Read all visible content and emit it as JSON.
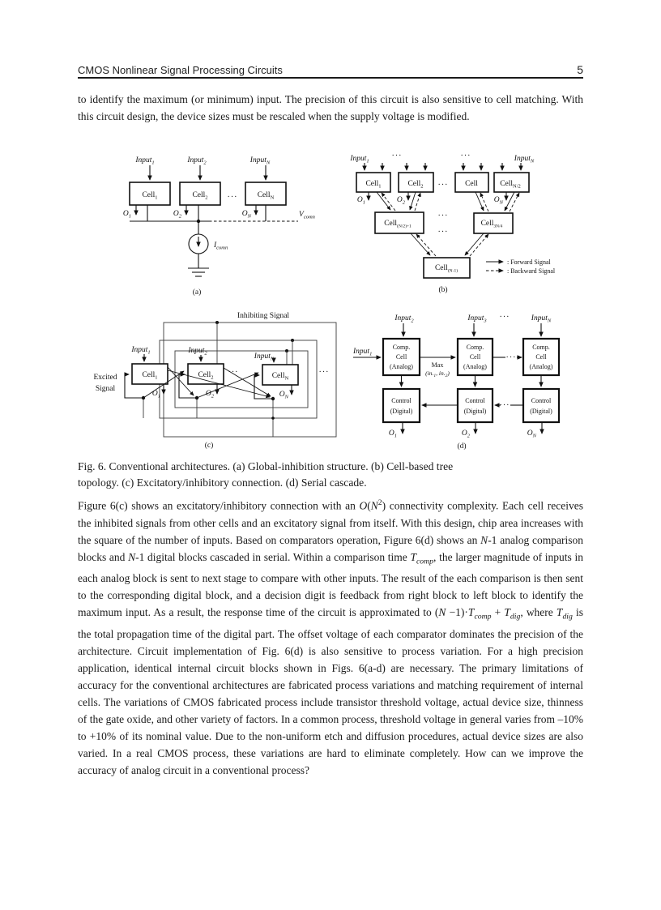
{
  "header": {
    "title": "CMOS Nonlinear Signal Processing Circuits",
    "page_number": "5"
  },
  "para1": "to identify the maximum (or minimum) input. The precision of this circuit is also sensitive to cell matching. With this circuit design, the device sizes must be rescaled when the supply voltage is modified.",
  "figure": {
    "caption_line1": "Fig. 6. Conventional architectures. (a) Global-inhibition structure. (b) Cell-based tree",
    "caption_line2": "topology. (c) Excitatory/inhibitory connection. (d) Serial cascade.",
    "dots": "···",
    "a": {
      "label": "(a)",
      "inputs": [
        {
          "base": "Input",
          "sub": "1"
        },
        {
          "base": "Input",
          "sub": "2"
        },
        {
          "base": "Input",
          "sub": "N"
        }
      ],
      "cells": [
        {
          "base": "Cell",
          "sub": "1"
        },
        {
          "base": "Cell",
          "sub": "2"
        },
        {
          "base": "Cell",
          "sub": "N"
        }
      ],
      "outputs": [
        {
          "base": "O",
          "sub": "1"
        },
        {
          "base": "O",
          "sub": "2"
        },
        {
          "base": "O",
          "sub": "N"
        }
      ],
      "v_comn": {
        "base": "V",
        "sub": "comn"
      },
      "i_comn": {
        "base": "I",
        "sub": "comn"
      }
    },
    "b": {
      "label": "(b)",
      "input_left": {
        "base": "Input",
        "sub": "1"
      },
      "input_right": {
        "base": "Input",
        "sub": "N"
      },
      "row1": [
        {
          "base": "Cell",
          "sub": "1"
        },
        {
          "base": "Cell",
          "sub": "2"
        },
        {
          "base": "Cell",
          "sub": ""
        },
        {
          "base": "Cell",
          "sub": "N/2"
        }
      ],
      "outputs": [
        {
          "base": "O",
          "sub": "1"
        },
        {
          "base": "O",
          "sub": "2"
        },
        {
          "base": "O",
          "sub": "N"
        }
      ],
      "row2": [
        {
          "base": "Cell",
          "sub": "(N/2)+1"
        },
        {
          "base": "Cell",
          "sub": "3N/4"
        }
      ],
      "row3": {
        "base": "Cell",
        "sub": "(N-1)"
      },
      "legend": {
        "forward": ": Forward Signal",
        "backward": ": Backward Signal"
      }
    },
    "c": {
      "label": "(c)",
      "inhibiting": "Inhibiting Signal",
      "excited_line1": "Excited",
      "excited_line2": "Signal",
      "inputs": [
        {
          "base": "Input",
          "sub": "1"
        },
        {
          "base": "Input",
          "sub": "2"
        },
        {
          "base": "Input",
          "sub": "N"
        }
      ],
      "cells": [
        {
          "base": "Cell",
          "sub": "1"
        },
        {
          "base": "Cell",
          "sub": "2"
        },
        {
          "base": "Cell",
          "sub": "N"
        }
      ],
      "outputs": [
        {
          "base": "O",
          "sub": "1"
        },
        {
          "base": "O",
          "sub": "2"
        },
        {
          "base": "O",
          "sub": "N"
        }
      ]
    },
    "d": {
      "label": "(d)",
      "input_left": {
        "base": "Input",
        "sub": "1"
      },
      "inputs_top": [
        {
          "base": "Input",
          "sub": "2"
        },
        {
          "base": "Input",
          "sub": "3"
        },
        {
          "base": "Input",
          "sub": "N"
        }
      ],
      "comp_lines": [
        "Comp.",
        "Cell",
        "(Analog)"
      ],
      "control_lines": [
        "Control",
        "(Digital)"
      ],
      "max_label": {
        "line1": "Max",
        "p1": "(in.",
        "s1": "1",
        "p2": ", in.",
        "s2": "2",
        "p3": ")"
      },
      "outputs": [
        {
          "base": "O",
          "sub": "1"
        },
        {
          "base": "O",
          "sub": "2"
        },
        {
          "base": "O",
          "sub": "N"
        }
      ]
    }
  },
  "para2_segments": [
    {
      "t": "Figure 6(c) shows an excitatory/inhibitory connection with an "
    },
    {
      "t": "O",
      "i": true
    },
    {
      "t": "("
    },
    {
      "t": "N",
      "i": true
    },
    {
      "t": "2",
      "sup": true
    },
    {
      "t": ") connectivity complexity. Each cell receives the inhibited signals from other cells and an excitatory signal from itself. With this design, chip area increases with the square of the number of inputs. Based on comparators operation, Figure 6(d) shows an "
    },
    {
      "t": "N",
      "i": true
    },
    {
      "t": "-1 analog comparison blocks and "
    },
    {
      "t": "N",
      "i": true
    },
    {
      "t": "-1 digital blocks cascaded in serial. Within a comparison time "
    },
    {
      "t": "T",
      "i": true
    },
    {
      "t": "comp",
      "i": true,
      "sub": true
    },
    {
      "t": ", the larger magnitude of inputs in each analog block is sent to next stage to compare with other inputs. The result of the each comparison is then sent to the corresponding digital block, and a decision digit is feedback from right block to left block to identify the maximum input. As a result, the response time of the circuit is approximated to ("
    },
    {
      "t": "N",
      "i": true
    },
    {
      "t": " −1)·"
    },
    {
      "t": "T",
      "i": true
    },
    {
      "t": "comp",
      "i": true,
      "sub": true
    },
    {
      "t": " + "
    },
    {
      "t": "T",
      "i": true
    },
    {
      "t": "dig",
      "i": true,
      "sub": true
    },
    {
      "t": ", where "
    },
    {
      "t": "T",
      "i": true
    },
    {
      "t": "dig",
      "i": true,
      "sub": true
    },
    {
      "t": " is the total propagation time of the digital part. The offset voltage of each comparator dominates the precision of the architecture. Circuit implementation of Fig. 6(d) is also sensitive to process variation. For a high precision application, identical internal circuit blocks shown in Figs. 6(a-d) are necessary. The primary limitations of accuracy for the conventional architectures are fabricated process variations and matching requirement of internal cells. The variations of CMOS fabricated process include transistor threshold voltage, actual device size, thinness of the gate oxide, and other variety of factors. In a common process, threshold voltage in general varies from –10% to +10% of its nominal value. Due to the non-uniform etch and diffusion procedures, actual device sizes are also varied. In a real CMOS process, these variations are hard to eliminate completely. How can we improve the accuracy of analog circuit in a conventional process?"
    }
  ]
}
